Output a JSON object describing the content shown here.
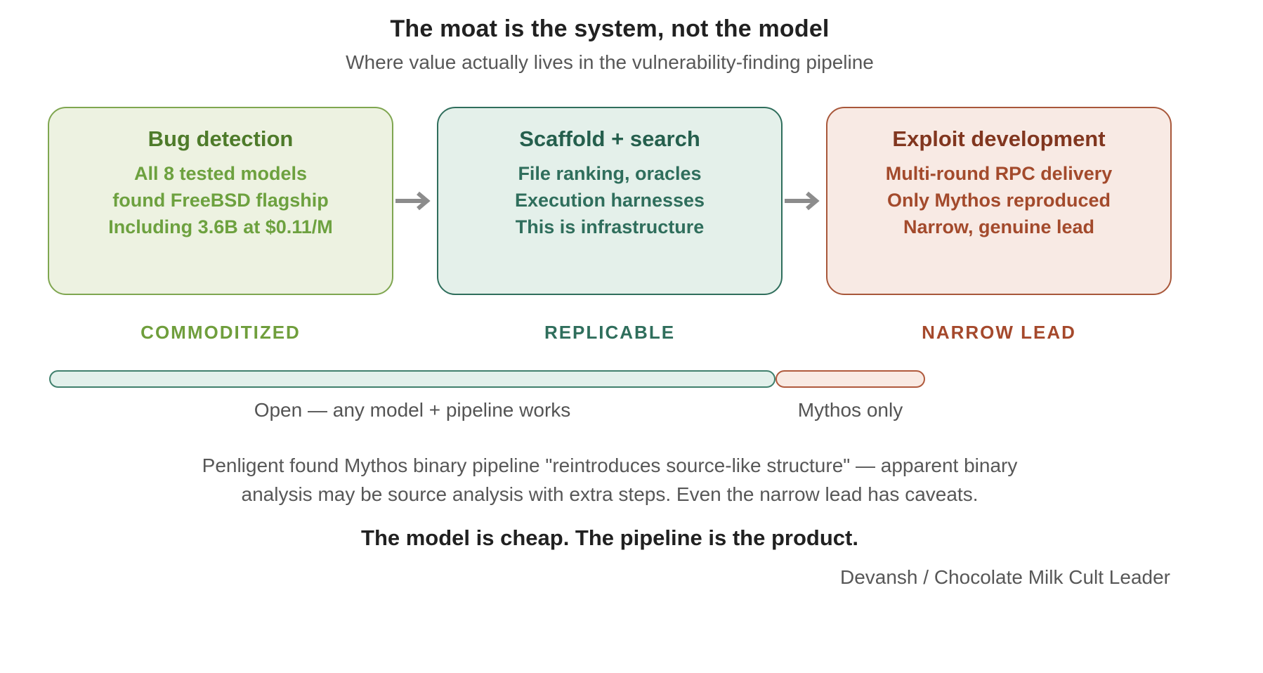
{
  "header": {
    "title": "The moat is the system, not the model",
    "subtitle": "Where value actually lives in the vulnerability-finding pipeline"
  },
  "stages": [
    {
      "title": "Bug detection",
      "lines": [
        "All 8 tested models",
        "found FreeBSD flagship",
        "Including 3.6B at $0.11/M"
      ],
      "tag": "COMMODITIZED",
      "colors": {
        "fill": "#edf2e1",
        "border": "#7fa650",
        "heading": "#4e7b2a",
        "body": "#6da13f",
        "tag": "#6f9e3c"
      }
    },
    {
      "title": "Scaffold + search",
      "lines": [
        "File ranking, oracles",
        "Execution harnesses",
        "This is infrastructure"
      ],
      "tag": "REPLICABLE",
      "colors": {
        "fill": "#e4f0ea",
        "border": "#2f6e5c",
        "heading": "#255f4d",
        "body": "#2f6e5c",
        "tag": "#2f6e5c"
      }
    },
    {
      "title": "Exploit development",
      "lines": [
        "Multi-round RPC delivery",
        "Only Mythos reproduced",
        "Narrow, genuine lead"
      ],
      "tag": "NARROW LEAD",
      "colors": {
        "fill": "#f8eae4",
        "border": "#a8573a",
        "heading": "#81361f",
        "body": "#a34a2c",
        "tag": "#a5492c"
      }
    }
  ],
  "bar": {
    "open_label": "Open — any model + pipeline works",
    "mythos_label": "Mythos only",
    "open_fraction": 0.83,
    "open_fill": "#e2f0eb",
    "open_border": "#40806d",
    "mythos_fill": "#f9eae3",
    "mythos_border": "#b05a3d"
  },
  "note": {
    "line1": "Penligent found Mythos binary pipeline \"reintroduces source-like structure\" — apparent binary",
    "line2": "analysis may be source analysis with extra steps. Even the narrow lead has caveats."
  },
  "takeaway": "The model is cheap. The pipeline is the product.",
  "attribution": "Devansh / Chocolate Milk Cult Leader",
  "icons": {
    "arrow_right": "→"
  },
  "palette": {
    "arrow": "#8c8c8c",
    "title_text": "#212121",
    "muted_text": "#575757",
    "background": "#ffffff"
  }
}
